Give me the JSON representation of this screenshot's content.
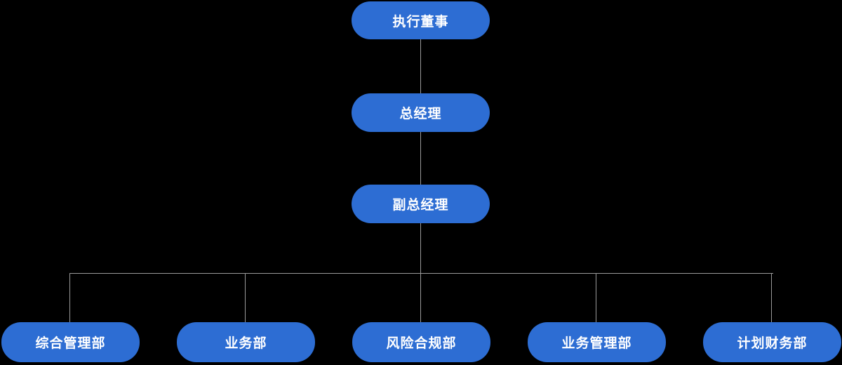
{
  "colors": {
    "node_fill": "#2d6dd3",
    "node_text": "#ffffff",
    "connector": "#9a9a9a",
    "background": "#000000"
  },
  "org_chart": {
    "type": "organization-hierarchy",
    "nodes": [
      {
        "id": "executive-director",
        "label": "执行董事",
        "level": 1
      },
      {
        "id": "general-manager",
        "label": "总经理",
        "level": 2
      },
      {
        "id": "deputy-general-manager",
        "label": "副总经理",
        "level": 3
      },
      {
        "id": "general-admin-dept",
        "label": "综合管理部",
        "level": 4
      },
      {
        "id": "business-dept",
        "label": "业务部",
        "level": 4
      },
      {
        "id": "risk-compliance-dept",
        "label": "风险合规部",
        "level": 4
      },
      {
        "id": "business-management-dept",
        "label": "业务管理部",
        "level": 4
      },
      {
        "id": "planning-finance-dept",
        "label": "计划财务部",
        "level": 4
      }
    ],
    "edges": [
      {
        "from": "executive-director",
        "to": "general-manager"
      },
      {
        "from": "general-manager",
        "to": "deputy-general-manager"
      },
      {
        "from": "deputy-general-manager",
        "to": "general-admin-dept"
      },
      {
        "from": "deputy-general-manager",
        "to": "business-dept"
      },
      {
        "from": "deputy-general-manager",
        "to": "risk-compliance-dept"
      },
      {
        "from": "deputy-general-manager",
        "to": "business-management-dept"
      },
      {
        "from": "deputy-general-manager",
        "to": "planning-finance-dept"
      }
    ]
  }
}
